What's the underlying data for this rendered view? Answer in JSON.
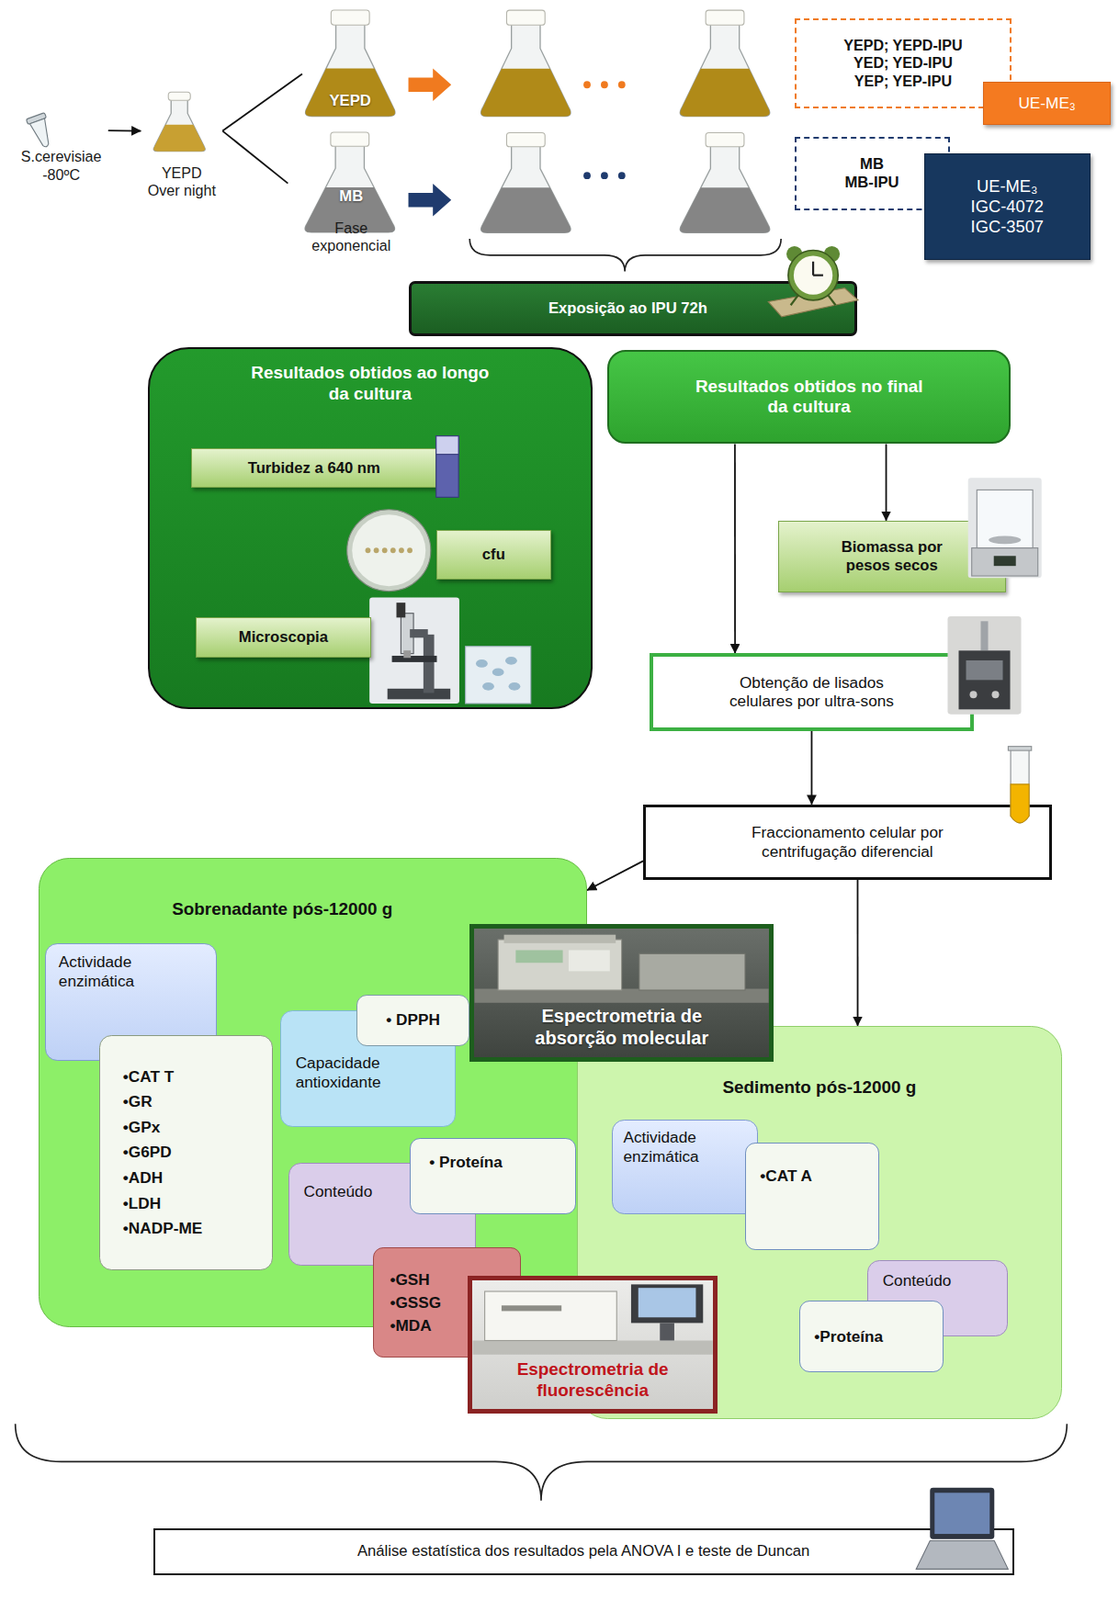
{
  "diagram": {
    "nodes": [
      {
        "text": [
          "S.cerevisiae -80ºC"
        ]
      },
      {
        "text": [
          "YEPD Over night"
        ]
      },
      {
        "text": [
          "YEPD"
        ]
      },
      {
        "text": [
          "MB",
          "Fase exponencial"
        ]
      },
      {
        "text": [
          "YEPD; YEPD-IPU YED; YED-IPU YEP; YEP-IPU"
        ]
      },
      {
        "text": [
          "UE-ME₃"
        ]
      },
      {
        "text": [
          "MB MB-IPU"
        ]
      },
      {
        "text": [
          "UE-ME₃ IGC-4072 IGC-3507"
        ]
      },
      {
        "text": [
          "Exposição ao IPU 72h"
        ]
      },
      {
        "text": [
          "Resultados obtidos ao longo da cultura"
        ]
      },
      {
        "text": [
          "Turbidez a 640 nm"
        ],
        "in": 9
      },
      {
        "text": [
          "cfu"
        ],
        "in": 9
      },
      {
        "text": [
          "Microscopia"
        ],
        "in": 9
      },
      {
        "text": [
          "Resultados obtidos no final da cultura"
        ]
      },
      {
        "text": [
          "Biomassa por pesos secos"
        ]
      },
      {
        "text": [
          "Obtenção de lisados celulares por ultra-sons"
        ]
      },
      {
        "text": [
          "Fraccionamento celular por centrifugação diferencial"
        ]
      },
      {
        "text": [
          "Sobrenadante pós-12000 g"
        ]
      },
      {
        "text": [
          "Actividade enzimática"
        ],
        "in": 17
      },
      {
        "text": [
          "•CAT T",
          "•GR",
          "•GPx",
          "•G6PD",
          "•ADH",
          "•LDH",
          "•NADP-ME"
        ],
        "in": 17
      },
      {
        "text": [
          "Capacidade antioxidante"
        ],
        "in": 17
      },
      {
        "text": [
          "• DPPH"
        ],
        "in": 17
      },
      {
        "text": [
          "Espectrometria de absorção molecular"
        ]
      },
      {
        "text": [
          "Conteúdo"
        ],
        "in": 17
      },
      {
        "text": [
          "• Proteína"
        ],
        "in": 17
      },
      {
        "text": [
          "•GSH",
          "•GSSG",
          "•MDA"
        ]
      },
      {
        "text": [
          "Espectrometria de fluorescência"
        ]
      },
      {
        "text": [
          "Sedimento pós-12000 g"
        ]
      },
      {
        "text": [
          "Actividade enzimática"
        ],
        "in": 27
      },
      {
        "text": [
          "•CAT A"
        ],
        "in": 27
      },
      {
        "text": [
          "Conteúdo"
        ],
        "in": 27
      },
      {
        "text": [
          "•Proteína"
        ],
        "in": 27
      },
      {
        "text": [
          "Análise estatística dos resultados pela ANOVA I e teste de Duncan"
        ]
      }
    ],
    "edges": [
      {
        "from": 0,
        "to": 1,
        "arrow": "to"
      },
      {
        "from": 1,
        "to": 2,
        "arrow": "none"
      },
      {
        "from": 1,
        "to": 3,
        "arrow": "none"
      },
      {
        "from": 13,
        "to": 14,
        "arrow": "to"
      },
      {
        "from": 13,
        "to": 15,
        "arrow": "to"
      },
      {
        "from": 15,
        "to": 16,
        "arrow": "to"
      },
      {
        "from": 16,
        "to": 17,
        "arrow": "to"
      },
      {
        "from": 16,
        "to": 27,
        "arrow": "to"
      }
    ]
  }
}
